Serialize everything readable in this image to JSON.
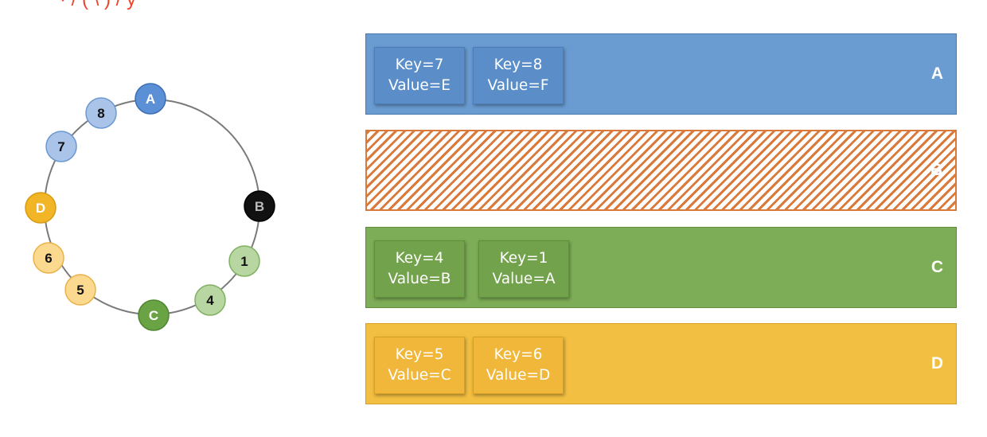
{
  "ring": {
    "nodes": [
      {
        "label": "A",
        "kind": "server",
        "fill": "#5b8fd6",
        "stroke": "#3d6fb4",
        "text_color": "#ffffff"
      },
      {
        "label": "8",
        "kind": "key",
        "fill": "#a9c4e8",
        "stroke": "#6c98d0",
        "text_color": "#111111"
      },
      {
        "label": "7",
        "kind": "key",
        "fill": "#a9c4e8",
        "stroke": "#6c98d0",
        "text_color": "#111111"
      },
      {
        "label": "D",
        "kind": "server",
        "fill": "#f1b526",
        "stroke": "#d99b14",
        "text_color": "#ffffff"
      },
      {
        "label": "6",
        "kind": "key",
        "fill": "#fbd98f",
        "stroke": "#eab24a",
        "text_color": "#111111"
      },
      {
        "label": "5",
        "kind": "key",
        "fill": "#fbd98f",
        "stroke": "#eab24a",
        "text_color": "#111111"
      },
      {
        "label": "C",
        "kind": "server",
        "fill": "#6aa344",
        "stroke": "#4e8530",
        "text_color": "#ffffff"
      },
      {
        "label": "4",
        "kind": "key",
        "fill": "#b8d6a2",
        "stroke": "#7fb161",
        "text_color": "#111111"
      },
      {
        "label": "1",
        "kind": "key",
        "fill": "#b8d6a2",
        "stroke": "#7fb161",
        "text_color": "#111111"
      },
      {
        "label": "B",
        "kind": "server",
        "fill": "#111111",
        "stroke": "#000000",
        "text_color": "#bbbbbb"
      }
    ]
  },
  "servers": [
    {
      "label": "A",
      "color": "#6a9bd1",
      "state": "active",
      "entries": [
        {
          "key": "Key=7",
          "value": "Value=E"
        },
        {
          "key": "Key=8",
          "value": "Value=F"
        }
      ]
    },
    {
      "label": "B",
      "color": "#d97a3c",
      "state": "failed",
      "entries": []
    },
    {
      "label": "C",
      "color": "#7ead57",
      "state": "active",
      "entries": [
        {
          "key": "Key=4",
          "value": "Value=B"
        },
        {
          "key": "Key=1",
          "value": "Value=A"
        }
      ]
    },
    {
      "label": "D",
      "color": "#f3bf42",
      "state": "active",
      "entries": [
        {
          "key": "Key=5",
          "value": "Value=C"
        },
        {
          "key": "Key=6",
          "value": "Value=D"
        }
      ]
    }
  ],
  "header_fragment": "· / ( \\ ) / y"
}
